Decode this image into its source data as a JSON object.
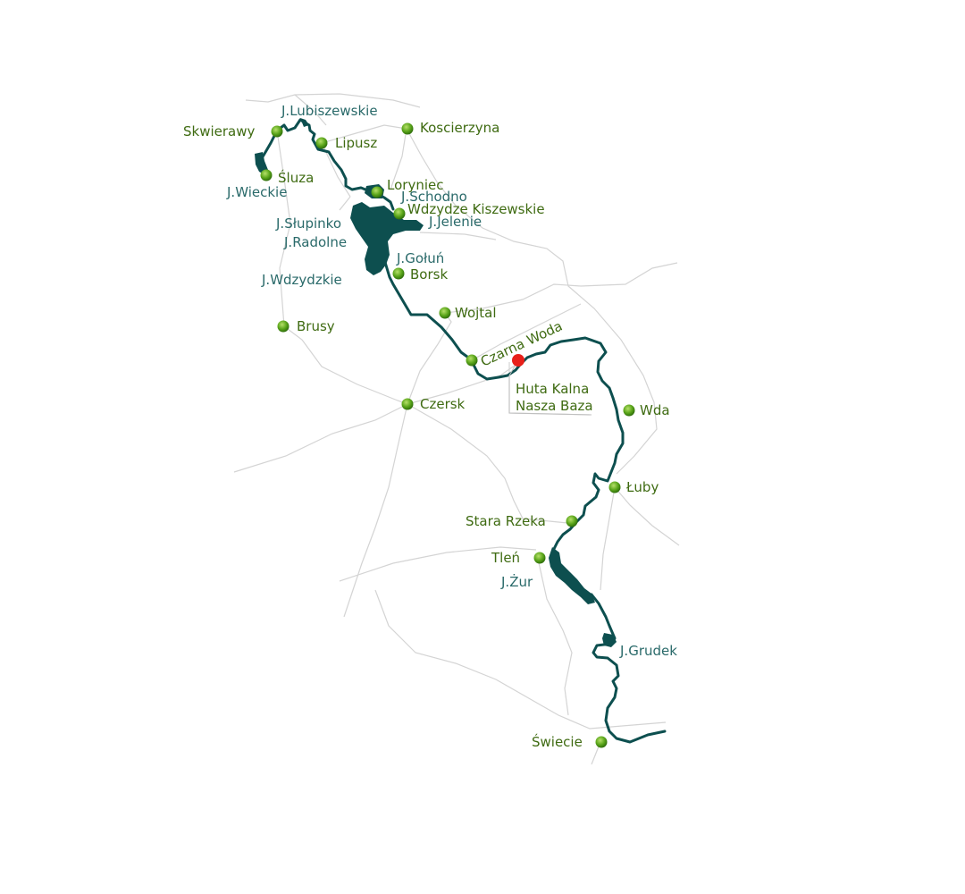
{
  "colors": {
    "river": "#0d4f4f",
    "town_label": "#3f6b12",
    "lake_label": "#2a6a6a",
    "town_marker": "#5aa51a",
    "base_marker": "#e8201a",
    "road": "#d4d4d4"
  },
  "towns": {
    "skwierawy": "Skwierawy",
    "koscierzyna": "Koscierzyna",
    "lipusz": "Lipusz",
    "sluza": "Śluza",
    "loryniec": "Loryniec",
    "wdzydze": "Wdzydze Kiszewskie",
    "borsk": "Borsk",
    "wojtal": "Wojtal",
    "brusy": "Brusy",
    "czarna_woda": "Czarna Woda",
    "czersk": "Czersk",
    "wda": "Wda",
    "luby": "Łuby",
    "stara_rzeka": "Stara Rzeka",
    "tlen": "Tleń",
    "swiecie": "Świecie"
  },
  "lakes": {
    "lubiszewskie": "J.Lubiszewskie",
    "wieckie": "J.Wieckie",
    "schodno": "J.Schodno",
    "jelenie": "J.Jelenie",
    "slupinko": "J.Słupinko",
    "radolne": "J.Radolne",
    "golun": "J.Gołuń",
    "wdzydzkie": "J.Wdzydzkie",
    "zur": "J.Żur",
    "grudek": "J.Grudek"
  },
  "base": {
    "line1": "Huta Kalna",
    "line2": "Nasza Baza"
  }
}
